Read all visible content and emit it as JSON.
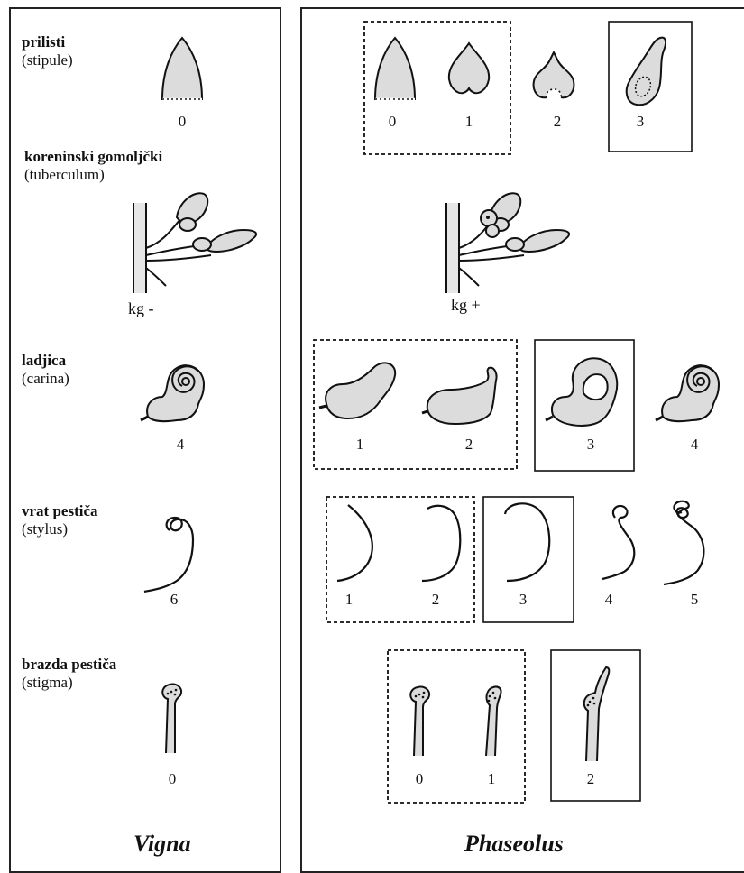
{
  "traits": [
    {
      "name": "prilisti",
      "latin": "(stipule)"
    },
    {
      "name": "koreninski gomoljčki",
      "latin": "(tuberculum)"
    },
    {
      "name": "ladjica",
      "latin": "(carina)"
    },
    {
      "name": "vrat pestiča",
      "latin": "(stylus)"
    },
    {
      "name": "brazda pestiča",
      "latin": "(stigma)"
    }
  ],
  "vigna": {
    "label": "Vigna",
    "stipule": "0",
    "tuberculum": "kg -",
    "carina": "4",
    "stylus": "6",
    "stigma": "0"
  },
  "phaseolus": {
    "label": "Phaseolus",
    "stipule": [
      "0",
      "1",
      "2",
      "3"
    ],
    "tuberculum": "kg +",
    "carina": [
      "1",
      "2",
      "3",
      "4"
    ],
    "stylus": [
      "1",
      "2",
      "3",
      "4",
      "5"
    ],
    "stigma": [
      "0",
      "1",
      "2"
    ]
  },
  "colors": {
    "fill": "#dcdcdc",
    "stroke": "#111111"
  }
}
